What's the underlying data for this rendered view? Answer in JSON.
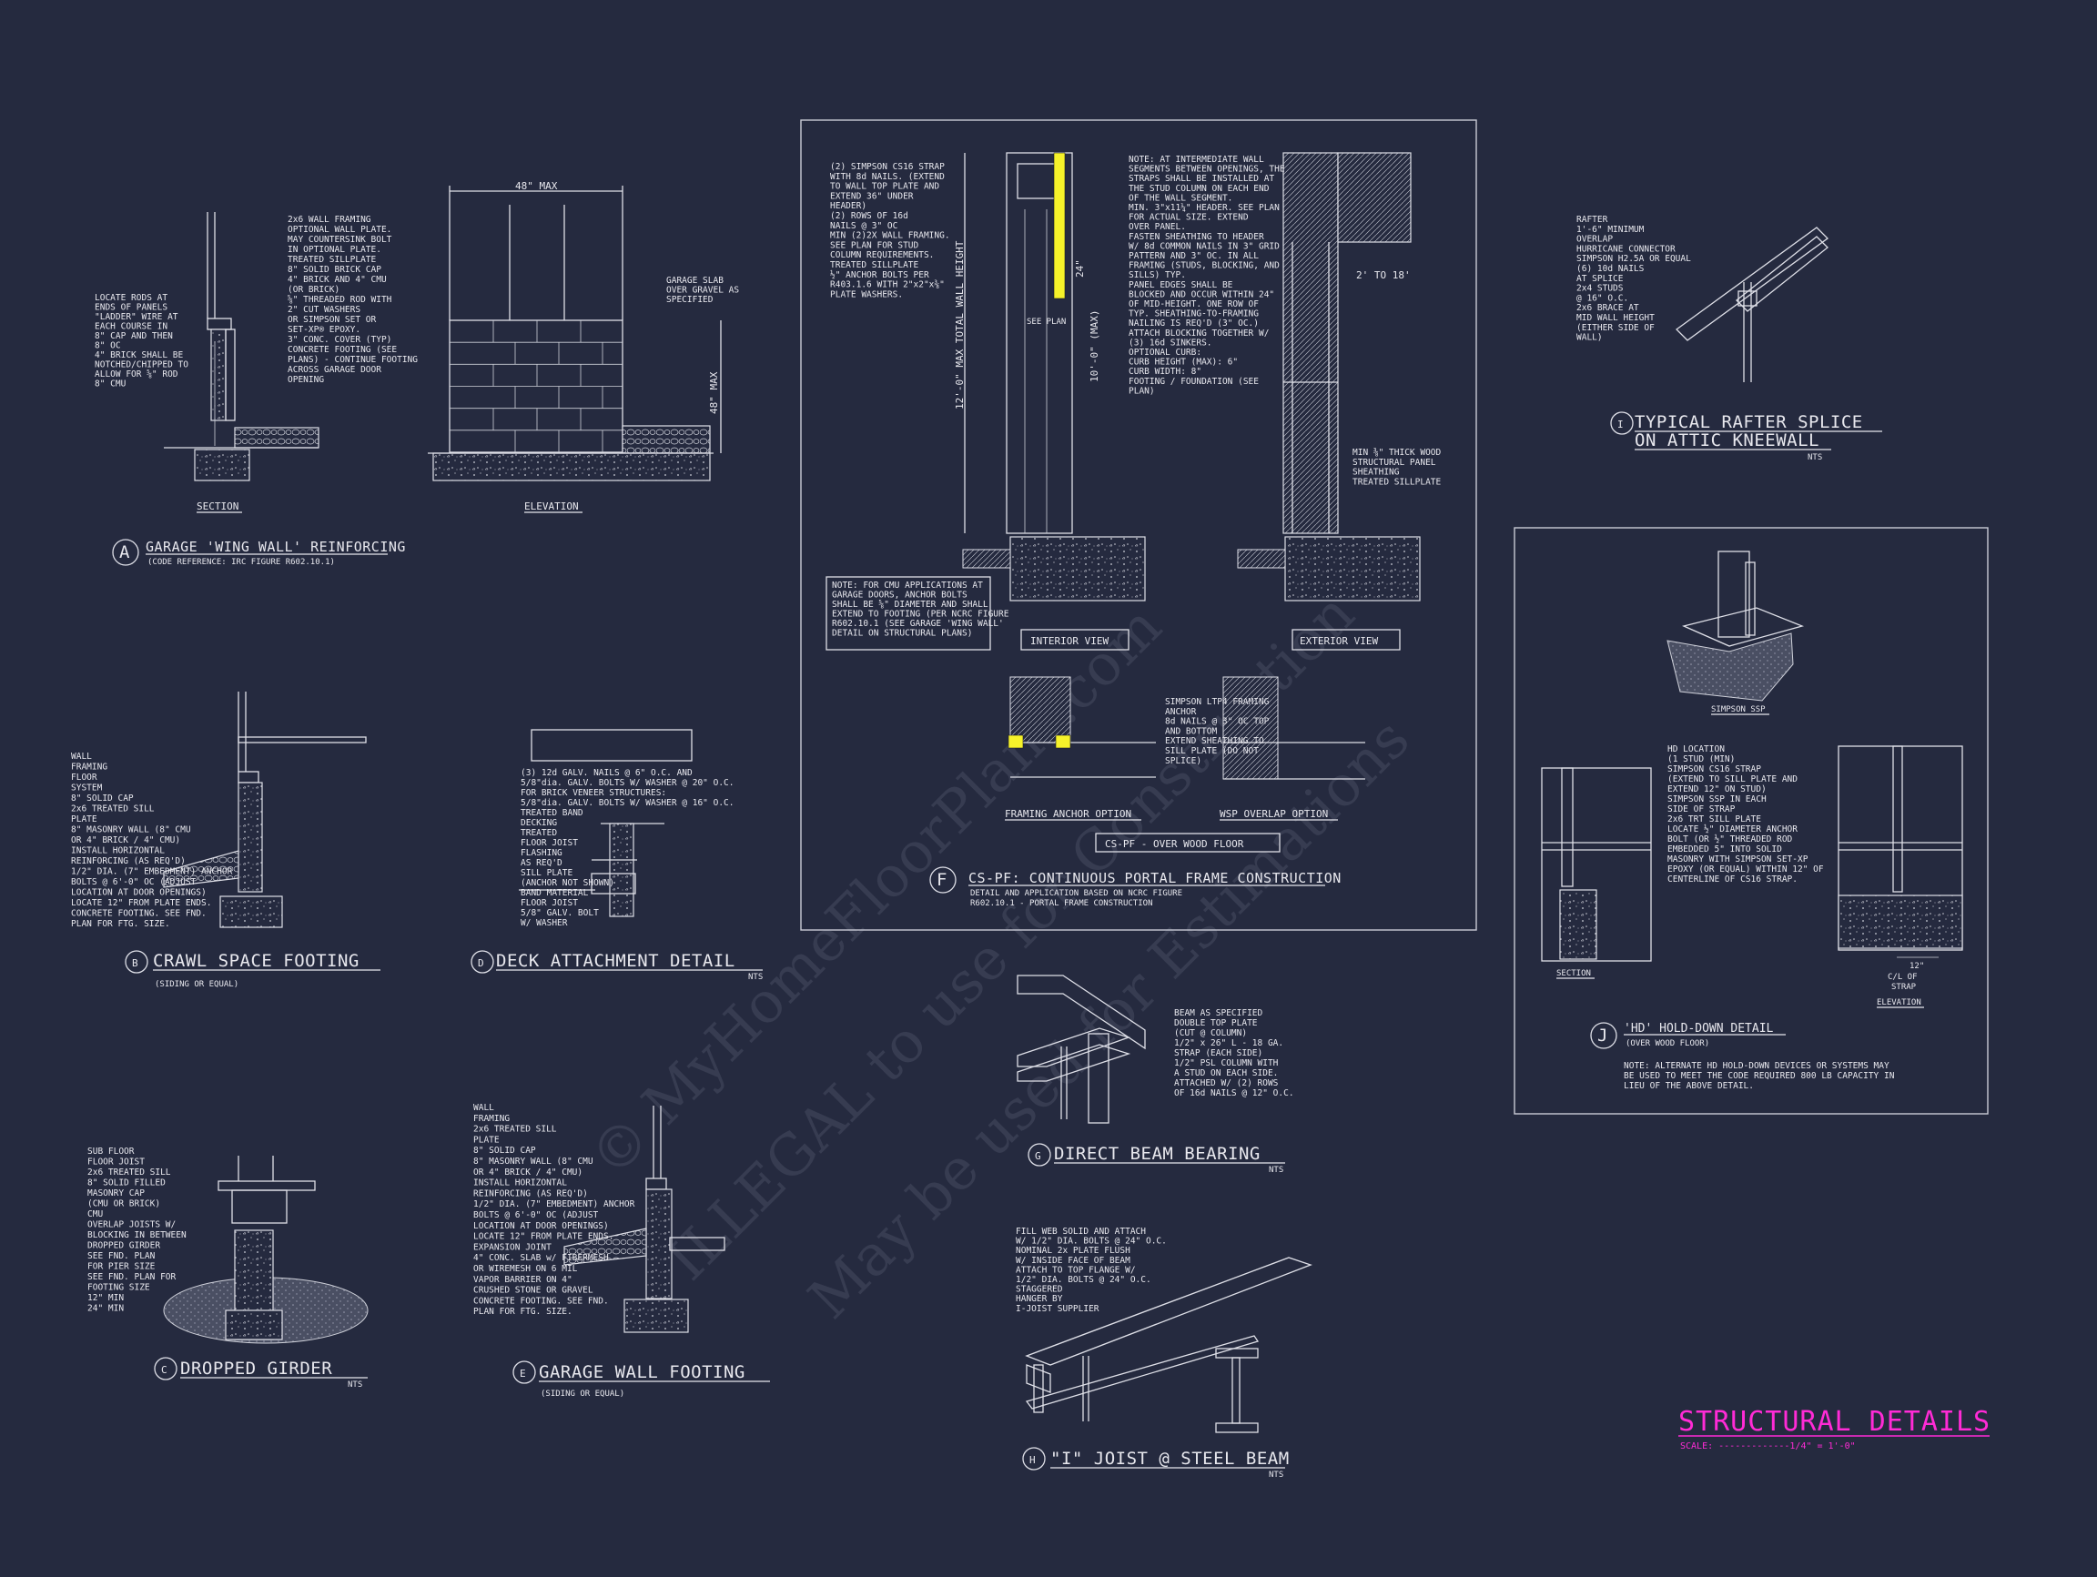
{
  "watermark": {
    "line1": "© MyHomeFloorPlans.com",
    "line2": "ILLEGAL to use for Construction",
    "line3": "May be used for Estimations"
  },
  "sheet_title": {
    "title": "STRUCTURAL DETAILS",
    "scale": "SCALE: -------------1/4\" = 1'-0\"",
    "color": "#ff2bd6"
  },
  "detail_a": {
    "tag": "A",
    "title": "GARAGE 'WING WALL' REINFORCING",
    "subtitle": "(CODE REFERENCE: IRC FIGURE R602.10.1)",
    "section_label": "SECTION",
    "elevation_label": "ELEVATION",
    "dim_max": "48\" MAX",
    "dim_height": "48\" MAX",
    "notes_left": [
      "LOCATE RODS AT",
      "ENDS OF PANELS",
      "\"LADDER\" WIRE AT",
      "EACH COURSE IN",
      "8\" CAP AND THEN",
      "8\" OC",
      "4\" BRICK SHALL BE",
      "NOTCHED/CHIPPED TO",
      "ALLOW FOR ⅝\" ROD",
      "8\" CMU"
    ],
    "notes_right": [
      "2x6 WALL FRAMING",
      "OPTIONAL WALL PLATE.",
      "MAY COUNTERSINK BOLT",
      "IN OPTIONAL PLATE.",
      "TREATED SILLPLATE",
      "8\" SOLID BRICK CAP",
      "4\" BRICK AND 4\" CMU",
      "(OR BRICK)",
      "⅝\" THREADED ROD WITH",
      "2\" CUT WASHERS",
      "OR SIMPSON SET OR",
      "SET-XP® EPOXY.",
      "3\" CONC. COVER (TYP)",
      "CONCRETE FOOTING (SEE",
      "PLANS) - CONTINUE FOOTING",
      "ACROSS GARAGE DOOR",
      "OPENING"
    ],
    "notes_slab": [
      "GARAGE SLAB",
      "OVER GRAVEL AS",
      "SPECIFIED"
    ]
  },
  "detail_b": {
    "tag": "B",
    "title": "CRAWL SPACE FOOTING",
    "subtitle": "(SIDING OR EQUAL)",
    "notes": [
      "WALL",
      "FRAMING",
      "FLOOR",
      "SYSTEM",
      "8\" SOLID CAP",
      "2x6 TREATED SILL",
      "PLATE",
      "8\" MASONRY WALL (8\" CMU",
      "OR 4\" BRICK / 4\" CMU)",
      "INSTALL HORIZONTAL",
      "REINFORCING (AS REQ'D)",
      "1/2\" DIA. (7\" EMBEDMENT) ANCHOR",
      "BOLTS @ 6'-0\" OC (ADJUST",
      "LOCATION AT DOOR OPENINGS)",
      "LOCATE 12\" FROM PLATE ENDS.",
      "CONCRETE FOOTING. SEE FND.",
      "PLAN FOR FTG. SIZE."
    ]
  },
  "detail_c": {
    "tag": "C",
    "title": "DROPPED GIRDER",
    "nts": "NTS",
    "notes": [
      "SUB FLOOR",
      "FLOOR JOIST",
      "2x6 TREATED SILL",
      "8\" SOLID FILLED",
      "MASONRY CAP",
      "(CMU OR BRICK)",
      "CMU",
      "OVERLAP JOISTS W/",
      "BLOCKING IN BETWEEN",
      "DROPPED GIRDER",
      "SEE FND. PLAN",
      "FOR PIER SIZE",
      "SEE FND. PLAN FOR",
      "FOOTING SIZE",
      "12\" MIN",
      "24\" MIN"
    ]
  },
  "detail_d": {
    "tag": "D",
    "title": "DECK ATTACHMENT DETAIL",
    "nts": "NTS",
    "notes": [
      "(3) 12d GALV. NAILS @ 6\" O.C. AND",
      "5/8\"dia. GALV. BOLTS W/ WASHER @ 20\" O.C.",
      "FOR BRICK VENEER STRUCTURES:",
      "5/8\"dia. GALV. BOLTS W/ WASHER @ 16\" O.C.",
      "TREATED BAND",
      "DECKING",
      "TREATED",
      "FLOOR JOIST",
      "FLASHING",
      "AS REQ'D",
      "SILL PLATE",
      "(ANCHOR NOT SHOWN)",
      "BAND MATERIAL",
      "FLOOR JOIST",
      "5/8\" GALV. BOLT",
      "W/ WASHER"
    ]
  },
  "detail_e": {
    "tag": "E",
    "title": "GARAGE WALL FOOTING",
    "subtitle": "(SIDING OR EQUAL)",
    "notes": [
      "WALL",
      "FRAMING",
      "2x6 TREATED SILL",
      "PLATE",
      "8\" SOLID CAP",
      "8\" MASONRY WALL (8\" CMU",
      "OR 4\" BRICK / 4\" CMU)",
      "INSTALL HORIZONTAL",
      "REINFORCING (AS REQ'D)",
      "1/2\" DIA. (7\" EMBEDMENT) ANCHOR",
      "BOLTS @ 6'-0\" OC (ADJUST",
      "LOCATION AT DOOR OPENINGS)",
      "LOCATE 12\" FROM PLATE ENDS.",
      "EXPANSION JOINT",
      "4\" CONC. SLAB w/ FIBERMESH",
      "OR WIREMESH ON 6 MIL",
      "VAPOR BARRIER ON 4\"",
      "CRUSHED STONE OR GRAVEL",
      "CONCRETE FOOTING. SEE FND.",
      "PLAN FOR FTG. SIZE."
    ]
  },
  "detail_f": {
    "tag": "F",
    "title": "CS-PF: CONTINUOUS PORTAL FRAME CONSTRUCTION",
    "subtitle1": "DETAIL AND APPLICATION BASED ON NCRC FIGURE",
    "subtitle2": "R602.10.1 - PORTAL FRAME CONSTRUCTION",
    "interior_view": "INTERIOR VIEW",
    "exterior_view": "EXTERIOR VIEW",
    "framing_anchor": "FRAMING ANCHOR OPTION",
    "wsp_overlap": "WSP OVERLAP OPTION",
    "cs_pf_box": "CS-PF - OVER WOOD FLOOR",
    "dim_wall": "12'-0\" MAX TOTAL WALL HEIGHT",
    "dim_10": "10'-0\" (MAX)",
    "dim_24": "24\"",
    "dim_2to18": "2' TO 18'",
    "see_plan": "SEE PLAN",
    "notes_left": [
      "(2) SIMPSON CS16 STRAP",
      "WITH 8d NAILS. (EXTEND",
      "TO WALL TOP PLATE AND",
      "EXTEND 36\" UNDER",
      "HEADER)",
      "(2) ROWS OF 16d",
      "NAILS @ 3\" OC",
      "MIN (2)2X WALL FRAMING.",
      "SEE PLAN FOR STUD",
      "COLUMN REQUIREMENTS.",
      "TREATED SILLPLATE",
      "½\" ANCHOR BOLTS PER",
      "R403.1.6 WITH 2\"x2\"x⅜\"",
      "PLATE WASHERS."
    ],
    "note_box": [
      "NOTE: FOR CMU APPLICATIONS AT",
      "GARAGE DOORS, ANCHOR BOLTS",
      "SHALL BE ⅝\" DIAMETER AND SHALL",
      "EXTEND TO FOOTING (PER NCRC FIGURE",
      "R602.10.1 (SEE GARAGE 'WING WALL'",
      "DETAIL ON STRUCTURAL PLANS)"
    ],
    "notes_mid": [
      "NOTE: AT INTERMEDIATE WALL",
      "SEGMENTS BETWEEN OPENINGS, THE",
      "STRAPS SHALL BE INSTALLED AT",
      "THE STUD COLUMN ON EACH END",
      "OF THE WALL SEGMENT.",
      "MIN. 3\"x11¼\" HEADER. SEE PLAN",
      "FOR ACTUAL SIZE. EXTEND",
      "OVER PANEL.",
      "FASTEN SHEATHING TO HEADER",
      "W/ 8d COMMON NAILS IN 3\" GRID",
      "PATTERN AND 3\" OC. IN ALL",
      "FRAMING (STUDS, BLOCKING, AND",
      "SILLS) TYP.",
      "PANEL EDGES SHALL BE",
      "BLOCKED AND OCCUR WITHIN 24\"",
      "OF MID-HEIGHT.  ONE ROW OF",
      "TYP. SHEATHING-TO-FRAMING",
      "NAILING IS REQ'D (3\" OC.)",
      "ATTACH BLOCKING TOGETHER W/",
      "(3) 16d SINKERS.",
      "OPTIONAL CURB:",
      "CURB HEIGHT (MAX): 6\"",
      "CURB WIDTH: 8\"",
      "FOOTING / FOUNDATION (SEE",
      "PLAN)"
    ],
    "notes_ext": [
      "MIN ⅜\" THICK WOOD",
      "STRUCTURAL PANEL",
      "SHEATHING",
      "TREATED SILLPLATE"
    ],
    "notes_anchor": [
      "SIMPSON LTP4 FRAMING",
      "ANCHOR",
      "8d NAILS @ 3\" OC TOP",
      "AND BOTTOM",
      "EXTEND SHEATHING TO",
      "SILL PLATE (DO NOT",
      "SPLICE)"
    ],
    "highlight_color": "#f6f22a"
  },
  "detail_g": {
    "tag": "G",
    "title": "DIRECT BEAM BEARING",
    "nts": "NTS",
    "notes": [
      "BEAM AS SPECIFIED",
      "DOUBLE TOP PLATE",
      "(CUT @ COLUMN)",
      "1/2\" x 26\" L - 18 GA.",
      "STRAP (EACH SIDE)",
      "1/2\" PSL COLUMN WITH",
      "A STUD ON EACH SIDE.",
      "ATTACHED W/ (2) ROWS",
      "OF 16d NAILS @ 12\" O.C."
    ]
  },
  "detail_h": {
    "tag": "H",
    "title": "\"I\" JOIST @ STEEL BEAM",
    "nts": "NTS",
    "notes": [
      "FILL WEB SOLID AND ATTACH",
      "W/ 1/2\" DIA. BOLTS @ 24\" O.C.",
      "NOMINAL 2x PLATE FLUSH",
      "W/ INSIDE FACE OF BEAM",
      "ATTACH TO TOP FLANGE W/",
      "1/2\" DIA. BOLTS @ 24\" O.C.",
      "STAGGERED",
      "HANGER BY",
      "I-JOIST SUPPLIER"
    ]
  },
  "detail_i": {
    "tag": "I",
    "title1": "TYPICAL RAFTER SPLICE",
    "title2": "ON ATTIC KNEEWALL",
    "nts": "NTS",
    "notes": [
      "RAFTER",
      "1'-6\" MINIMUM",
      "OVERLAP",
      "HURRICANE CONNECTOR",
      "SIMPSON H2.5A OR EQUAL",
      "(6) 10d NAILS",
      "AT SPLICE",
      "2x4 STUDS",
      "@ 16\" O.C.",
      "2x6 BRACE AT",
      "MID WALL HEIGHT",
      "(EITHER SIDE OF",
      "WALL)"
    ]
  },
  "detail_j": {
    "tag": "J",
    "title": "'HD' HOLD-DOWN DETAIL",
    "subtitle": "(OVER WOOD FLOOR)",
    "simpson_ssp": "SIMPSON SSP",
    "section_label": "SECTION",
    "elevation_label": "ELEVATION",
    "dim_12": "12\"",
    "dim_cl": "C/L OF",
    "dim_strap": "STRAP",
    "notes": [
      "HD LOCATION",
      "(1 STUD (MIN)",
      "SIMPSON CS16 STRAP",
      "(EXTEND TO SILL PLATE AND",
      "EXTEND 12\" ON STUD)",
      "SIMPSON SSP IN EACH",
      "SIDE OF STRAP",
      "2x6 TRT SILL PLATE",
      "LOCATE ½\" DIAMETER ANCHOR",
      "BOLT (OR ½\" THREADED ROD",
      "EMBEDDED 5\" INTO SOLID",
      "MASONRY WITH SIMPSON SET-XP",
      "EPOXY (OR EQUAL) WITHIN 12\" OF",
      "CENTERLINE OF CS16 STRAP."
    ],
    "footer": [
      "NOTE: ALTERNATE HD HOLD-DOWN DEVICES OR SYSTEMS MAY",
      "BE USED TO MEET THE CODE REQUIRED 800 LB CAPACITY IN",
      "LIEU OF THE ABOVE DETAIL."
    ]
  }
}
